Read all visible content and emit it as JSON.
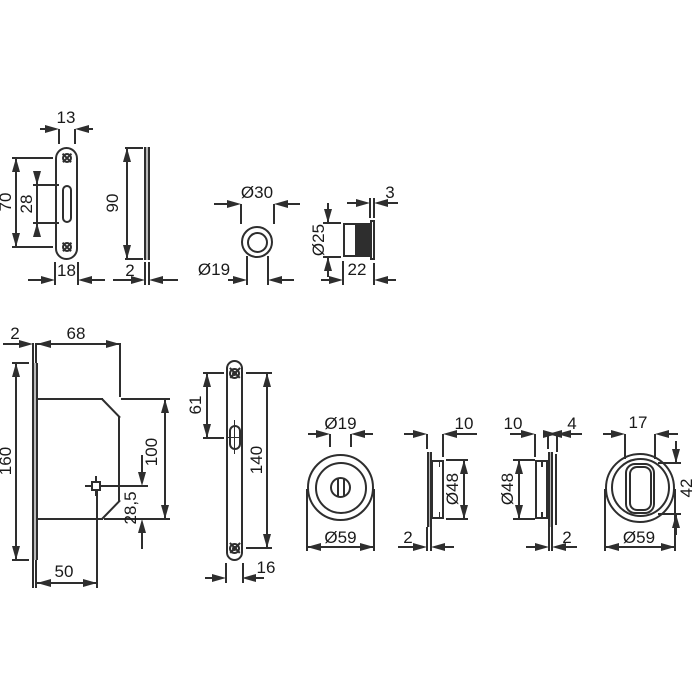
{
  "drawing": {
    "kind": "sliding-door mortise lock set dimension drawing",
    "colors": {
      "line": "#2e2e2e",
      "text": "#1a1a1a",
      "gray_fill": "#b9b9b9",
      "black_fill": "#2e2e2e",
      "background": "#ffffff"
    }
  },
  "parts": {
    "strike_front": {
      "title": "strike plate front view",
      "dims": {
        "width_top": "13",
        "height": "70",
        "slot_length": "28",
        "width_bottom": "18"
      }
    },
    "strike_side": {
      "title": "strike plate side view",
      "dims": {
        "height": "90",
        "thickness": "2"
      }
    },
    "guide_ring": {
      "title": "round guide ring front view",
      "dims": {
        "outer_diameter": "Ø30",
        "inner_diameter": "Ø19"
      }
    },
    "cylinder": {
      "title": "guide cylinder side view",
      "dims": {
        "diameter": "Ø25",
        "flange_thickness": "3",
        "length": "22"
      }
    },
    "lock_case": {
      "title": "mortise lock case side view",
      "dims": {
        "faceplate_thickness": "2",
        "case_depth": "68",
        "faceplate_height": "160",
        "case_height": "100",
        "follower_offset": "28,5",
        "backset": "50"
      }
    },
    "long_plate": {
      "title": "long face plate front view",
      "dims": {
        "hole_to_slot": "61",
        "hole_spacing": "140",
        "width": "16"
      }
    },
    "thumbturn_rosette": {
      "title": "thumbturn rosette front view",
      "dims": {
        "hub_diameter": "Ø19",
        "outer_diameter": "Ø59"
      }
    },
    "rosette_side_a": {
      "title": "rosette side view (cup right)",
      "dims": {
        "cup_depth": "10",
        "cup_diameter": "Ø48",
        "flange_thickness": "2"
      }
    },
    "rosette_side_b": {
      "title": "rosette side view (cup left)",
      "dims": {
        "cup_depth": "10",
        "overall_depth": "4",
        "cup_diameter": "Ø48",
        "flange_thickness": "2"
      }
    },
    "flush_pull": {
      "title": "flush pull rosette front view",
      "dims": {
        "recess_width": "17",
        "recess_height": "42",
        "outer_diameter": "Ø59"
      }
    }
  }
}
